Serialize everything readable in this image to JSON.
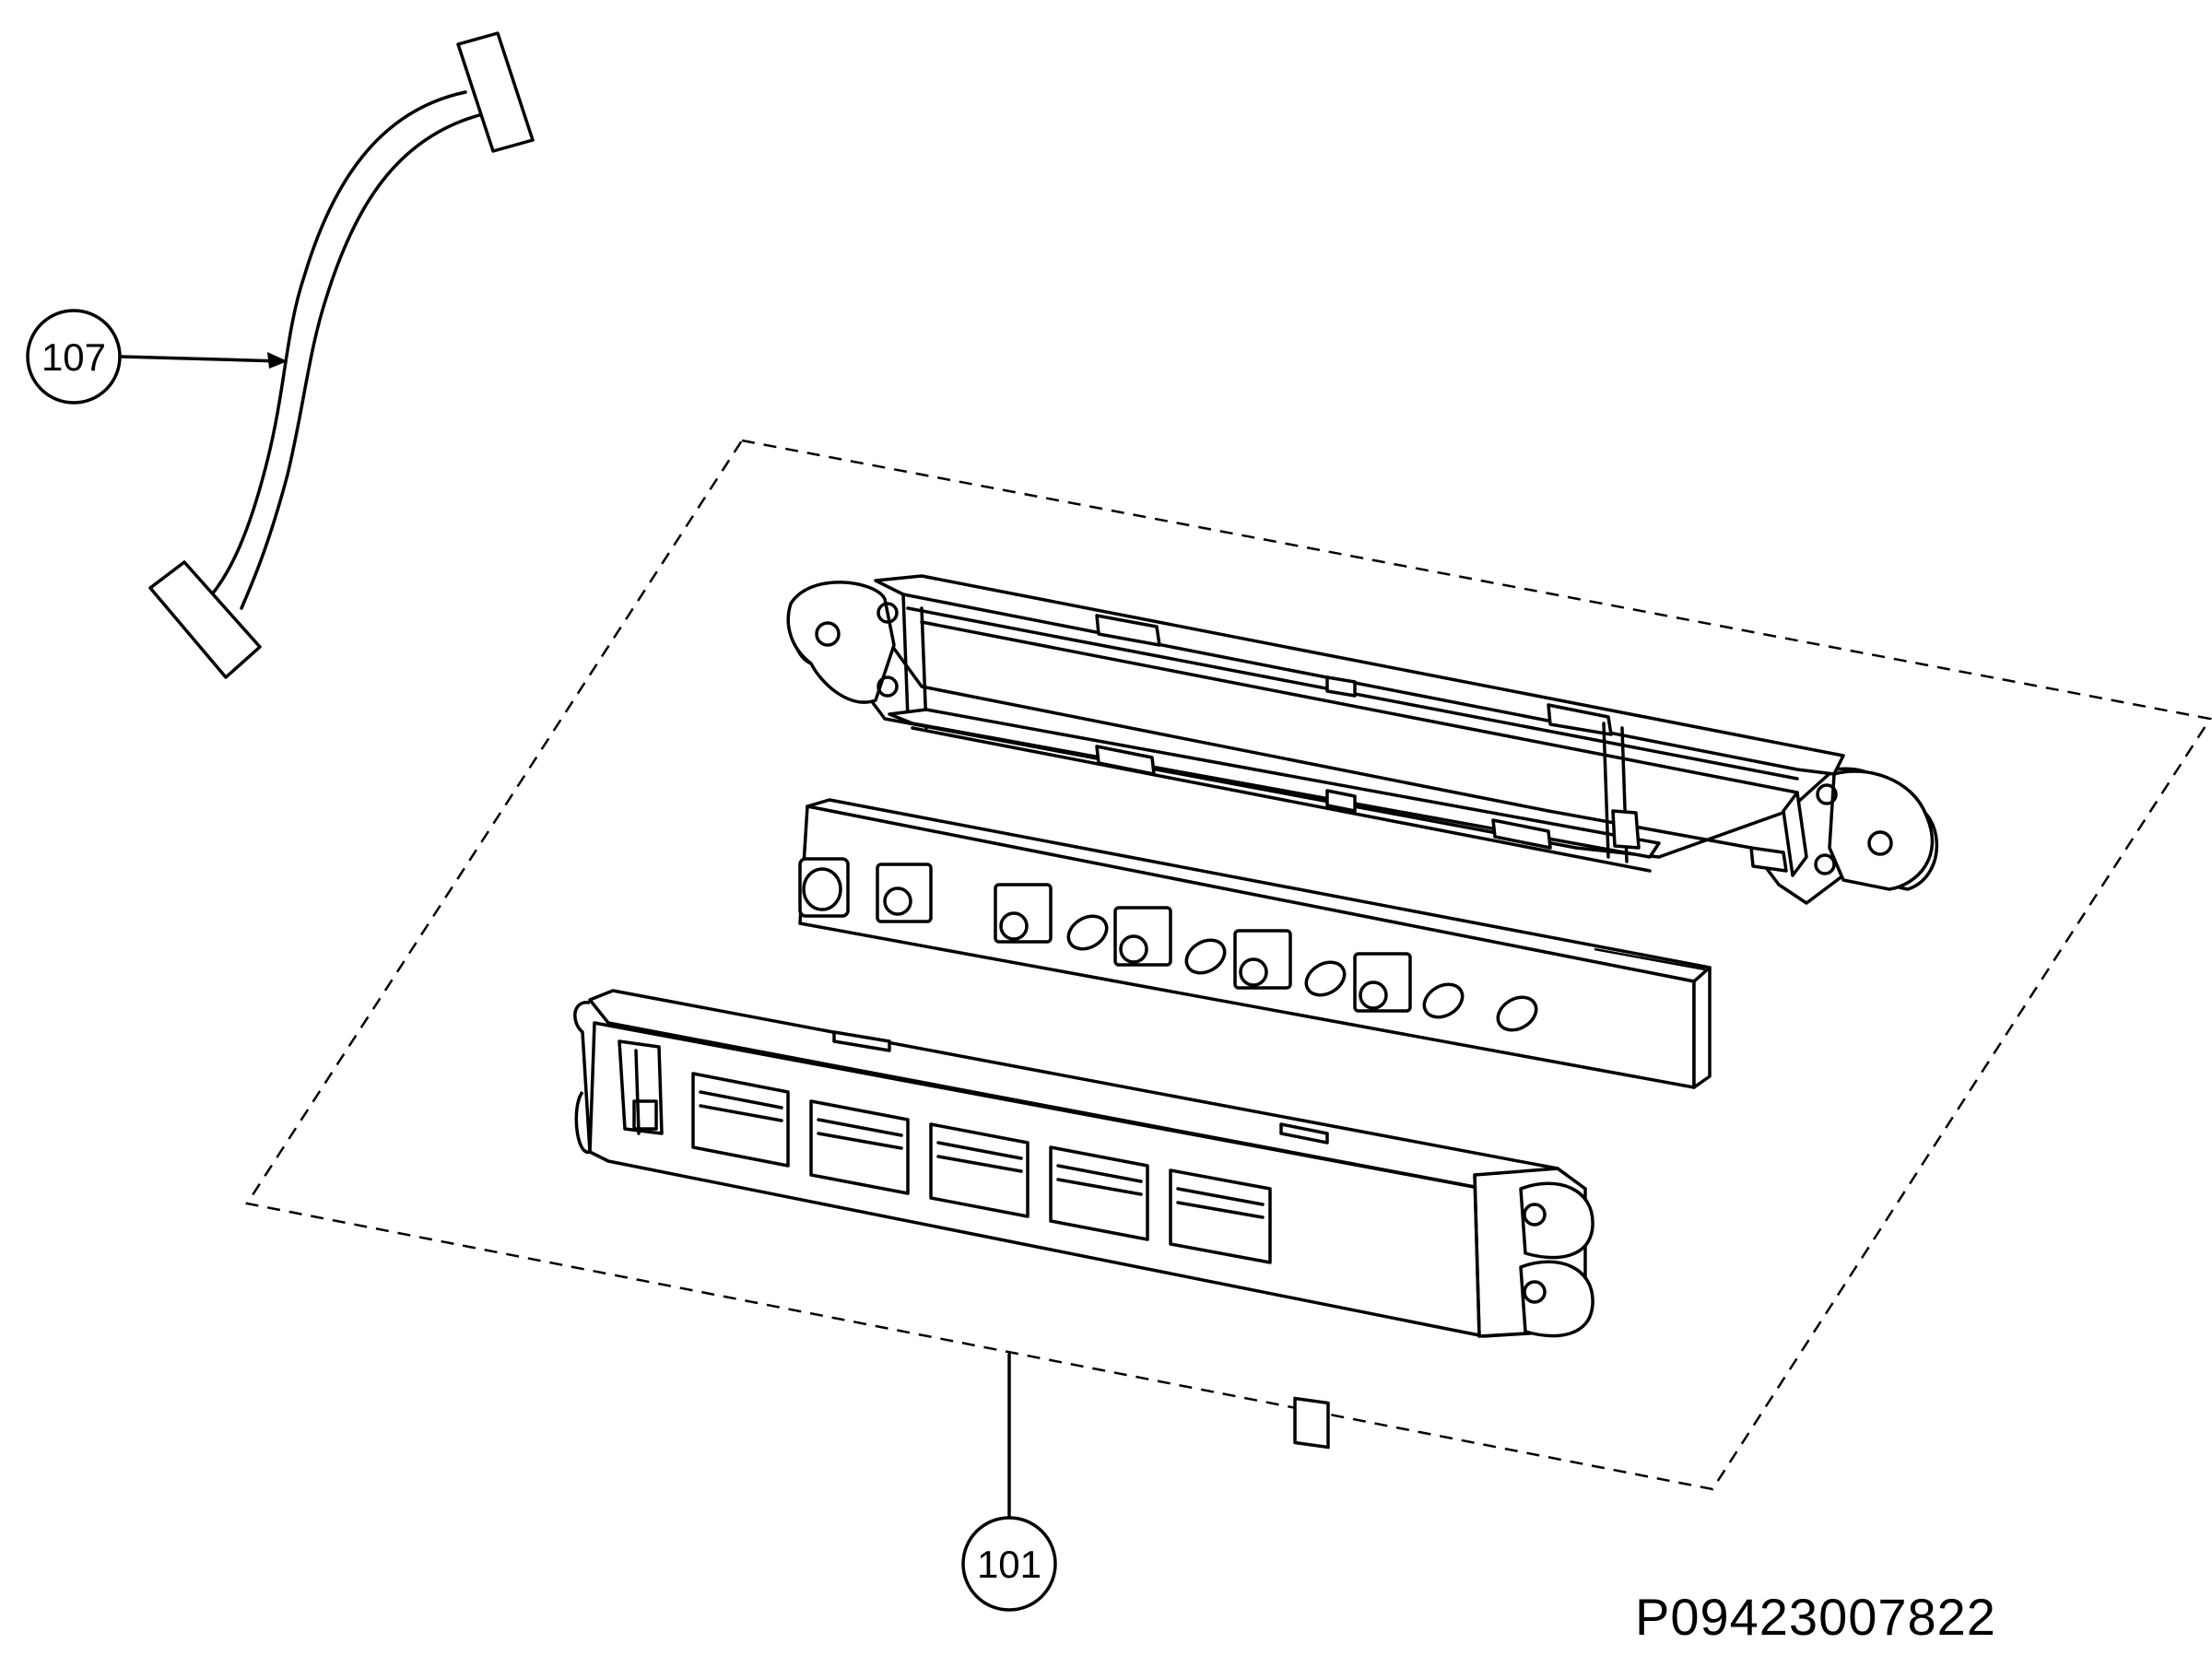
{
  "callouts": [
    {
      "id": "107",
      "label": "107"
    },
    {
      "id": "101",
      "label": "101"
    }
  ],
  "document_number": "P09423007822",
  "colors": {
    "line": "#000000",
    "background": "#ffffff"
  }
}
